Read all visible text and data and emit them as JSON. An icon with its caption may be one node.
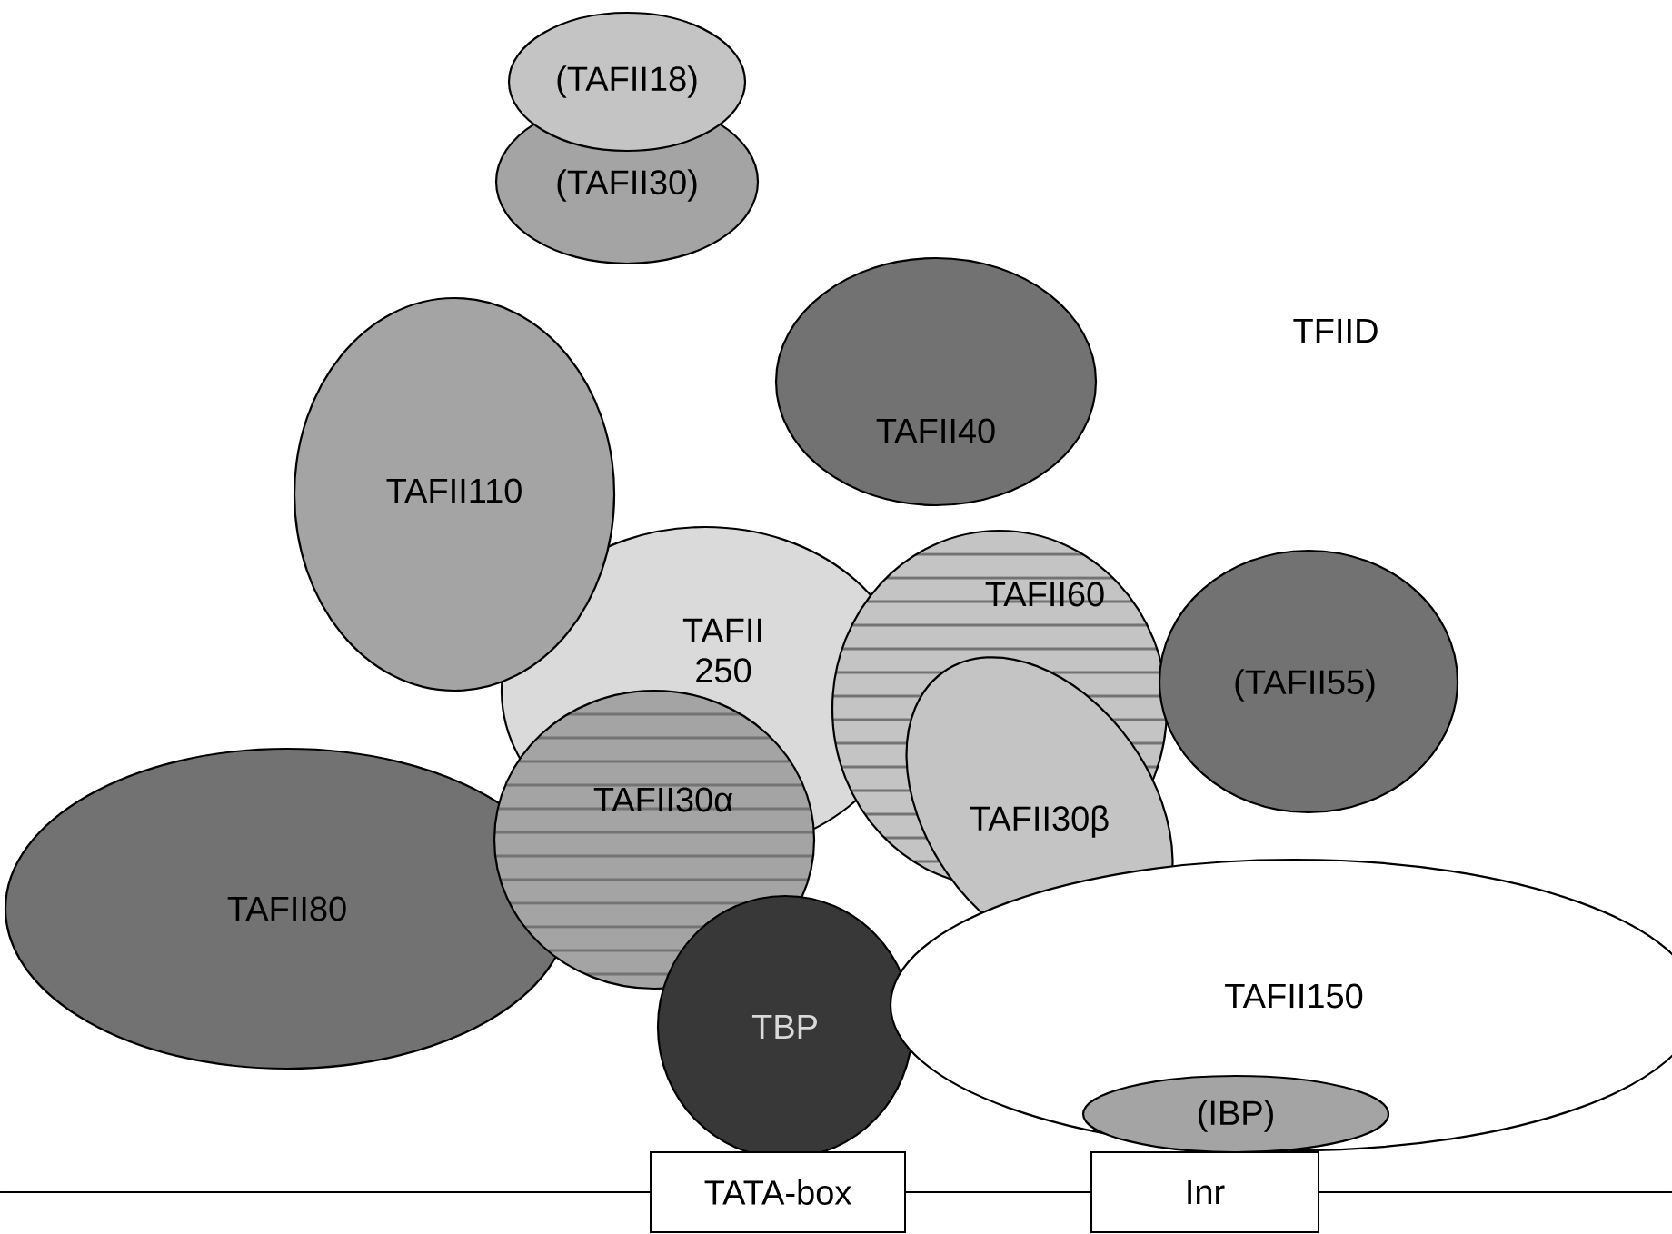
{
  "diagram": {
    "nodes": [
      {
        "text": [
          "(TAFII18)"
        ]
      },
      {
        "text": [
          "(TAFII30)"
        ]
      },
      {
        "text": [
          "TAFII110"
        ]
      },
      {
        "text": [
          "TAFII40"
        ]
      },
      {
        "text": [
          "TAFII 250"
        ]
      },
      {
        "text": [
          "TAFII60"
        ]
      },
      {
        "text": [
          "TAFII30α"
        ]
      },
      {
        "text": [
          "TAFII30β"
        ]
      },
      {
        "text": [
          "(TAFII55)"
        ]
      },
      {
        "text": [
          "TAFII80"
        ]
      },
      {
        "text": [
          "TBP"
        ]
      },
      {
        "text": [
          "TAFII150"
        ]
      },
      {
        "text": [
          "(IBP)"
        ],
        "in": 11
      },
      {
        "text": [
          "TATA-box"
        ]
      },
      {
        "text": [
          "Inr"
        ]
      }
    ],
    "edges": [
      {
        "from": null,
        "to": 13,
        "arrow": "none"
      },
      {
        "from": 13,
        "to": 14,
        "arrow": "none"
      },
      {
        "from": 14,
        "to": null,
        "arrow": "none"
      }
    ],
    "labels": [
      "TFIID"
    ]
  }
}
